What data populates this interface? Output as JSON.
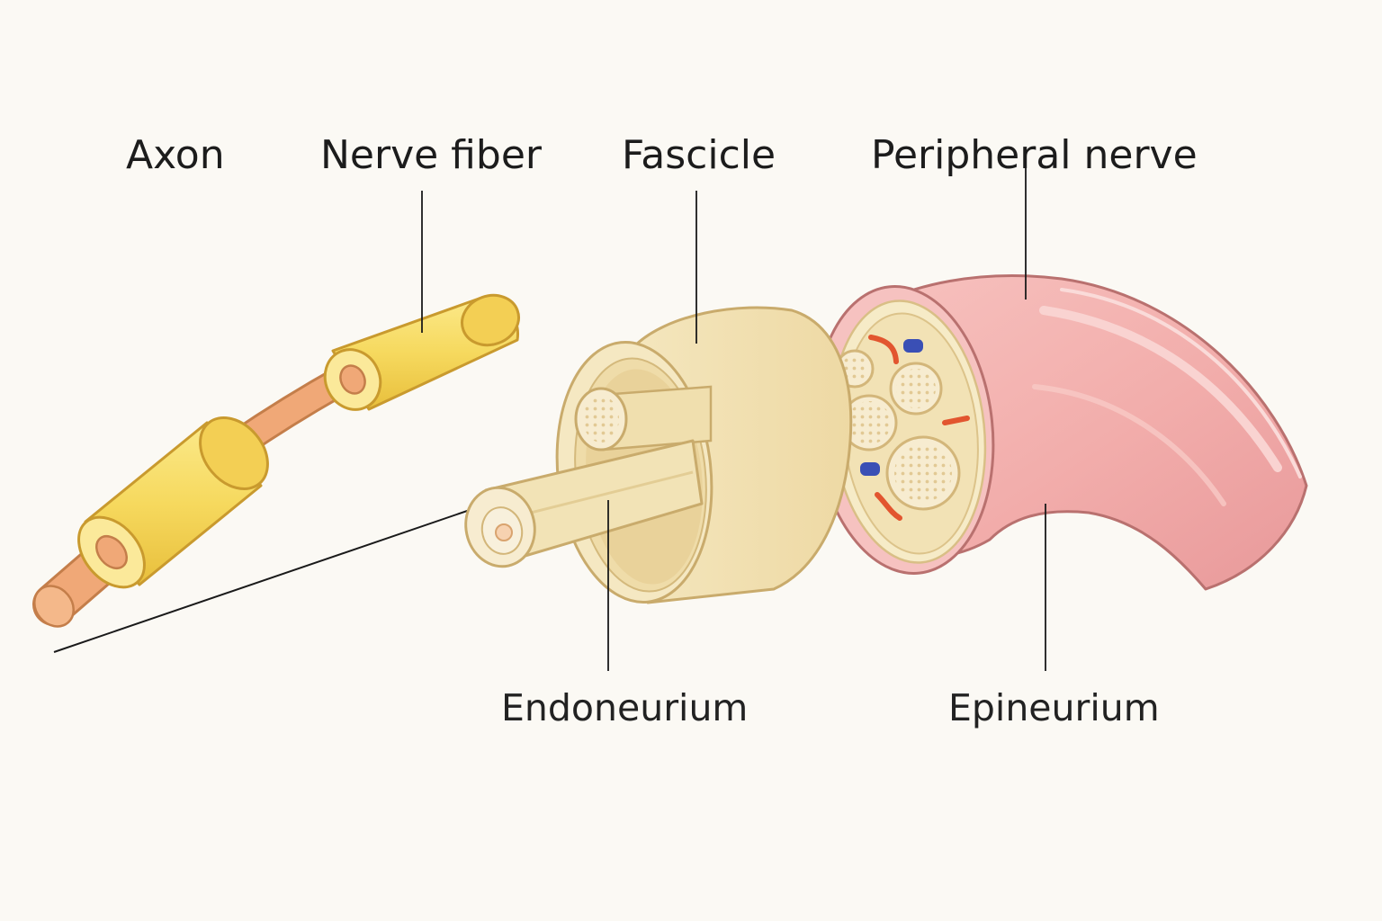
{
  "labels": {
    "axon": "Axon",
    "nerve_fiber": "Nerve fiber",
    "fascicle": "Fascicle",
    "peripheral_nerve": "Peripheral nerve",
    "endoneurium": "Endoneurium",
    "epineurium": "Epineurium"
  },
  "colors": {
    "background": "#fbf9f4",
    "axon": "#f0a877",
    "myelin": "#f5d760",
    "fascicle": "#f1e1b3",
    "epineurium": "#f2b3b1",
    "vessel_red": "#e2552f",
    "vessel_blue": "#3a4fb5",
    "leader_line": "#1a1a1a"
  }
}
